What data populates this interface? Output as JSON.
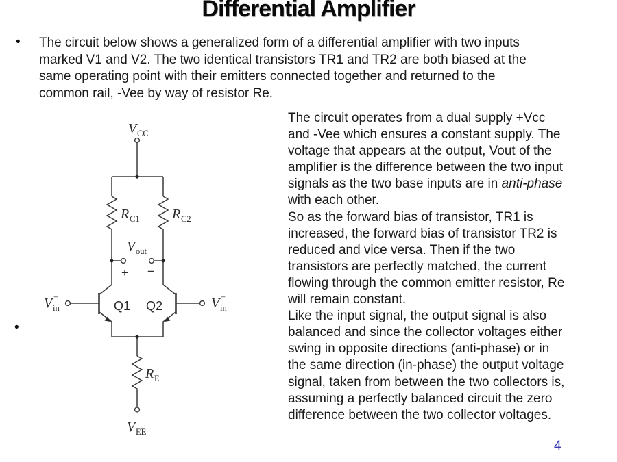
{
  "title": "Differential Amplifier",
  "bullets": {
    "glyph": "•",
    "item1_lines": [
      "The circuit below shows a generalized form of a differential amplifier with two inputs",
      "marked V1 and V2. The two identical transistors TR1 and TR2 are both biased at the",
      "same operating point with their emitters connected together and returned to the",
      "common rail, -Vee by way of resistor Re."
    ],
    "item2": ""
  },
  "right_column": {
    "lines": [
      {
        "pre": "The circuit operates from a dual supply +Vcc"
      },
      {
        "pre": "and -Vee which ensures a constant supply. The"
      },
      {
        "pre": "voltage that appears at the output, Vout of the"
      },
      {
        "pre": "amplifier is the difference between the two input"
      },
      {
        "pre": "signals as the two base inputs are in ",
        "em": "anti-phase"
      },
      {
        "pre": "with each other."
      },
      {
        "pre": "So as the forward bias of transistor, TR1 is"
      },
      {
        "pre": "increased, the forward bias of transistor TR2 is"
      },
      {
        "pre": "reduced and vice versa. Then if the two"
      },
      {
        "pre": "transistors are perfectly matched, the current"
      },
      {
        "pre": "flowing through the common emitter resistor, Re"
      },
      {
        "pre": "will remain constant."
      },
      {
        "pre": "Like the input signal, the output signal is also"
      },
      {
        "pre": "balanced and since the collector voltages either"
      },
      {
        "pre": "swing in opposite directions (anti-phase) or in"
      },
      {
        "pre": "the same direction (in-phase) the output voltage"
      },
      {
        "pre": "signal, taken from between the two collectors is,"
      },
      {
        "pre": "assuming a perfectly balanced circuit the zero"
      },
      {
        "pre": "difference between the two collector voltages."
      }
    ]
  },
  "circuit": {
    "vcc_base": "V",
    "vcc_sub": "CC",
    "rc1_base": "R",
    "rc1_sub": "C1",
    "rc2_base": "R",
    "rc2_sub": "C2",
    "vout_base": "V",
    "vout_sub": "out",
    "plus_sign": "+",
    "minus_sign": "−",
    "q1_label": "Q1",
    "q2_label": "Q2",
    "vin_left_base": "V",
    "vin_left_sup": "+",
    "vin_left_sub": "in",
    "vin_right_base": "V",
    "vin_right_sup": "−",
    "vin_right_sub": "in",
    "re_base": "R",
    "re_sub": "E",
    "vee_base": "V",
    "vee_sub": "EE"
  },
  "page_number": "4",
  "colors": {
    "background": "#ffffff",
    "text": "#1a1a1a",
    "circuit_line": "#3a3a3a",
    "page_number": "#3b3bb0"
  }
}
